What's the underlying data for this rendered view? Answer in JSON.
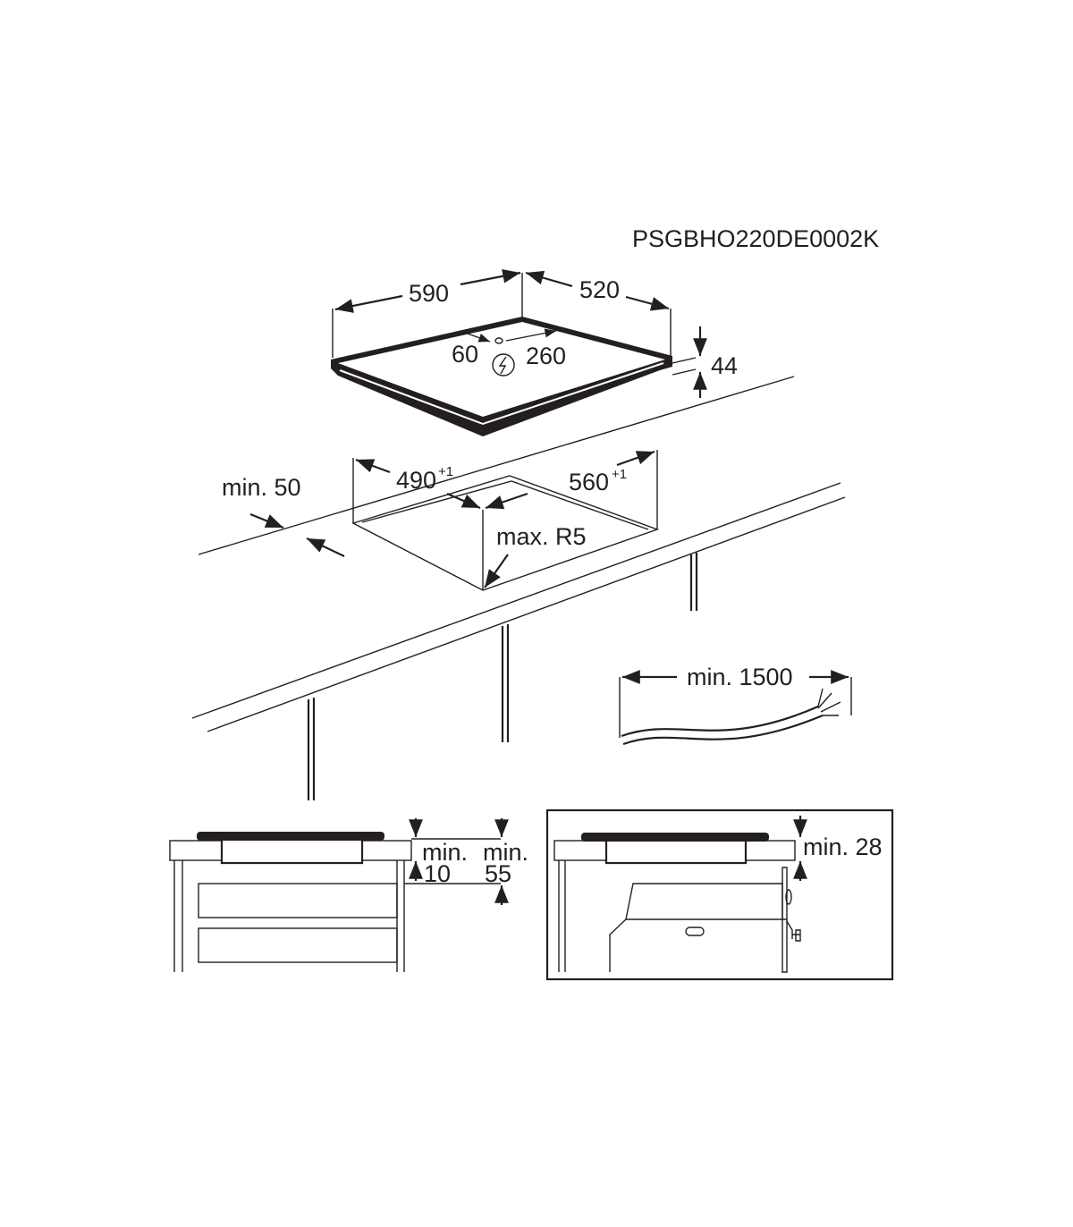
{
  "code": "PSGBHO220DE0002K",
  "hob": {
    "width": "590",
    "depth": "520",
    "height": "44",
    "conn_left": "60",
    "conn_right": "260",
    "symbol": "electric-connection-icon"
  },
  "cutout": {
    "width": "490",
    "width_tol": "+1",
    "depth": "560",
    "depth_tol": "+1",
    "min_edge": "min. 50",
    "radius": "max. R5"
  },
  "cable": {
    "length": "min. 1500"
  },
  "section_left": {
    "min_label_a": "min.",
    "val_a": "10",
    "min_label_b": "min.",
    "val_b": "55"
  },
  "section_right": {
    "min_label": "min. 28"
  }
}
